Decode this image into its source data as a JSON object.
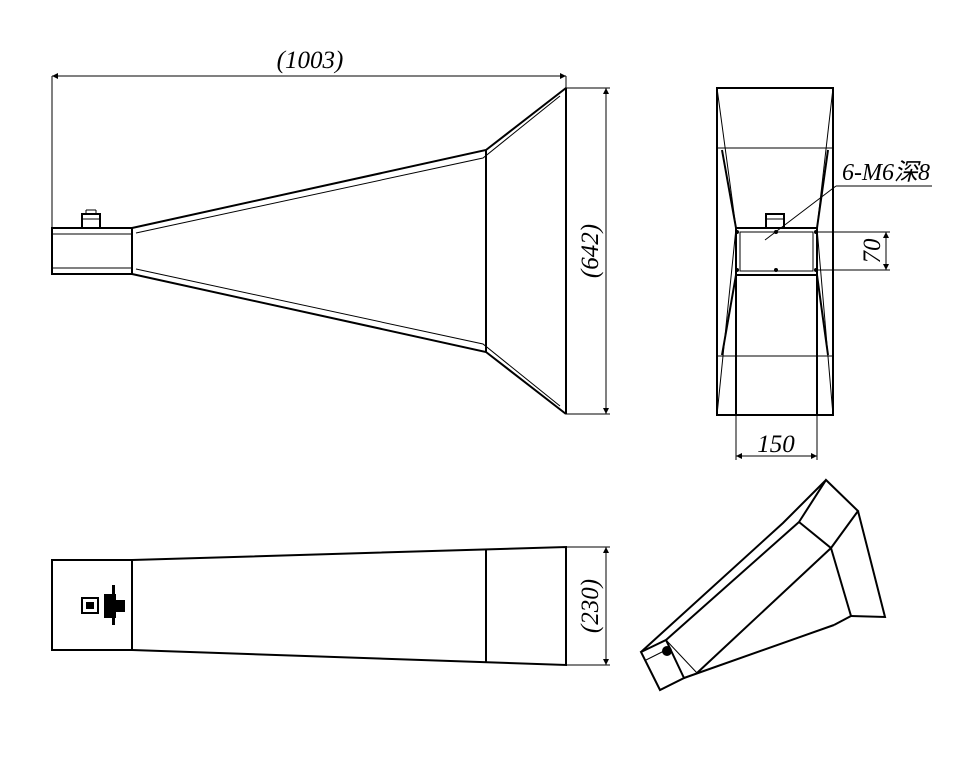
{
  "dimensions": {
    "overall_length": "(1003)",
    "mouth_height": "(642)",
    "mouth_width": "(230)",
    "thread_note": "6-M6深8",
    "flange_height": "70",
    "flange_width": "150"
  }
}
